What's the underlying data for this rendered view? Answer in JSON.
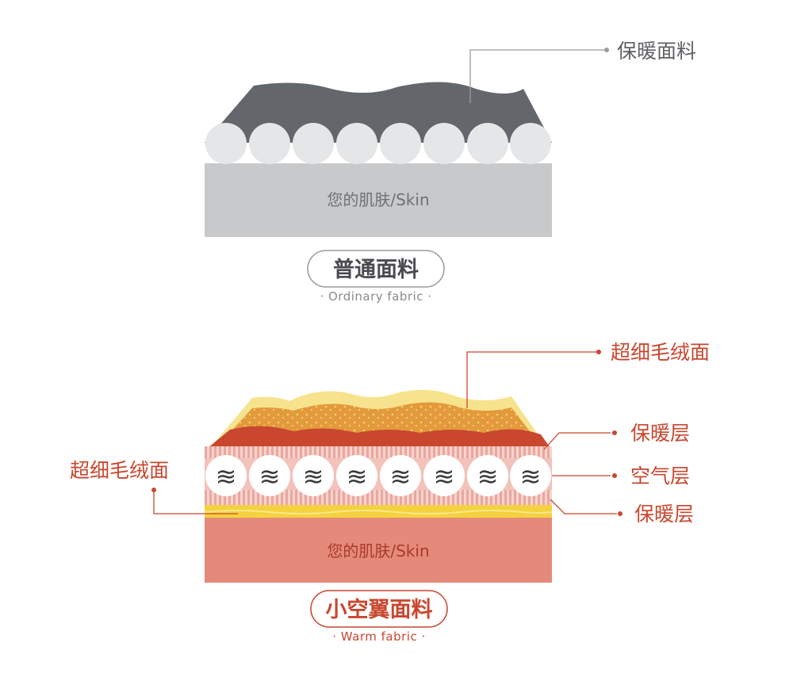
{
  "ordinary": {
    "callout_label": "保暖面料",
    "skin_label": "您的肌肤/Skin",
    "title": "普通面料",
    "subtitle": "· Ordinary fabric ·"
  },
  "warm": {
    "callout_top": "超细毛绒面",
    "callout_left": "超细毛绒面",
    "callout_warm_layer_1": "保暖层",
    "callout_air_layer": "空气层",
    "callout_warm_layer_2": "保暖层",
    "skin_label": "您的肌肤/Skin",
    "title": "小空翼面料",
    "subtitle": "· Warm fabric ·",
    "wave_glyph": "≋"
  },
  "colors": {
    "gray_dark": "#63666a",
    "gray_skin": "#c8c9cb",
    "gray_text": "#5f6064",
    "circle_gray": "#e5e6e8",
    "red_accent": "#c9472f",
    "warm_skin": "#e58a7b",
    "yellow_layer": "#f4d23f",
    "orange_fleece": "#e19a40",
    "stripe_pink": "#f3c2bb"
  }
}
